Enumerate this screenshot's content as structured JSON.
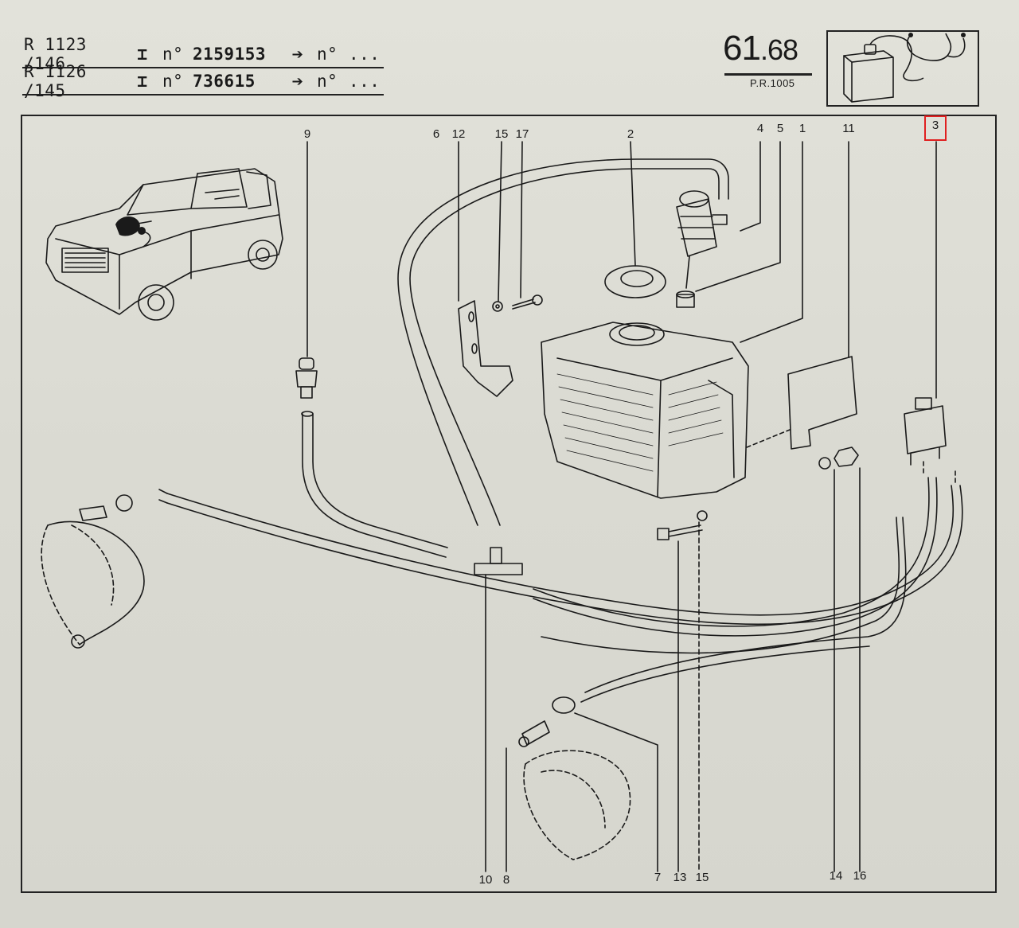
{
  "header": {
    "rows": [
      {
        "model": "R 1123 /146",
        "no_label": "n°",
        "serial": "2159153",
        "no_label2": "n°",
        "ellipsis": "..."
      },
      {
        "model": "R 1126 /145",
        "no_label": "n°",
        "serial": "736615",
        "no_label2": "n°",
        "ellipsis": "..."
      }
    ],
    "page_main": "61",
    "page_sub": ".68",
    "pr_code": "P.R.1005"
  },
  "callouts": {
    "c9_top": "9",
    "c6": "6",
    "c12": "12",
    "c15_top": "15",
    "c17": "17",
    "c2": "2",
    "c4": "4",
    "c5": "5",
    "c1": "1",
    "c11": "11",
    "c3": "3",
    "c10": "10",
    "c8": "8",
    "c7": "7",
    "c13": "13",
    "c15_bottom": "15",
    "c14": "14",
    "c16": "16"
  },
  "colors": {
    "ink": "#1a1a1a",
    "paper": "#dcdcd4",
    "highlight": "#e02020"
  },
  "icons": {
    "sidebar_pictogram": "washer-reservoir-icon",
    "vehicle": "renault-4-car-illustration"
  }
}
